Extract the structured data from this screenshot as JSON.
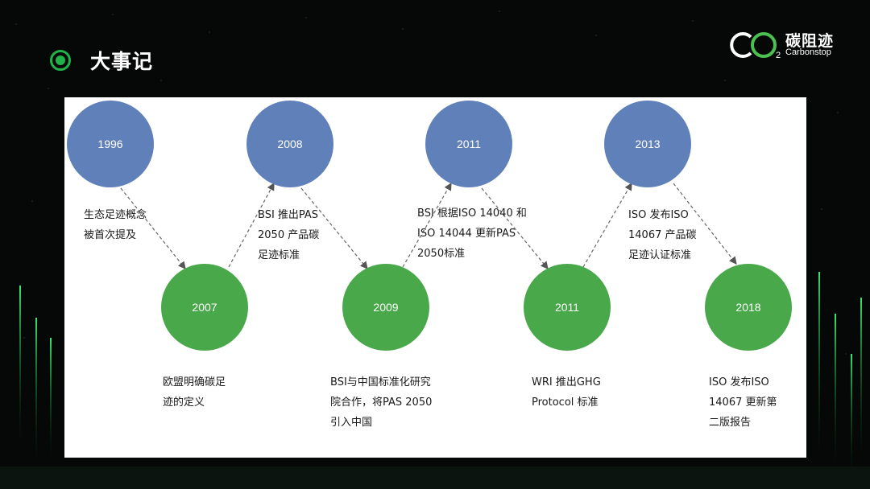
{
  "header": {
    "title": "大事记"
  },
  "logo": {
    "mark": "CO",
    "subscript": "2",
    "name_cn": "碳阻迹",
    "name_en": "Carbonstop"
  },
  "timeline": [
    {
      "year": "1996",
      "color": "blue",
      "text": [
        "生态足迹概念",
        "被首次提及"
      ]
    },
    {
      "year": "2007",
      "color": "green",
      "text": [
        "欧盟明确碳足",
        "迹的定义"
      ]
    },
    {
      "year": "2008",
      "color": "blue",
      "text": [
        "BSI 推出PAS",
        "2050 产品碳",
        "足迹标准"
      ]
    },
    {
      "year": "2009",
      "color": "green",
      "text": [
        "BSI与中国标准化研究",
        "院合作，将PAS 2050",
        "引入中国"
      ]
    },
    {
      "year": "2011",
      "color": "blue",
      "text": [
        "BSI 根据ISO 14040 和",
        "ISO 14044 更新PAS",
        "2050标准"
      ]
    },
    {
      "year": "2011",
      "color": "green",
      "text": [
        "WRI 推出GHG",
        "Protocol 标准"
      ]
    },
    {
      "year": "2013",
      "color": "blue",
      "text": [
        "ISO 发布ISO",
        "14067 产品碳",
        "足迹认证标准"
      ]
    },
    {
      "year": "2018",
      "color": "green",
      "text": [
        "ISO 发布ISO",
        "14067 更新第",
        "二版报告"
      ]
    }
  ],
  "colors": {
    "blue": "#5f80b9",
    "green": "#49a84a",
    "accent": "#1fb34a",
    "panel": "#ffffff"
  }
}
